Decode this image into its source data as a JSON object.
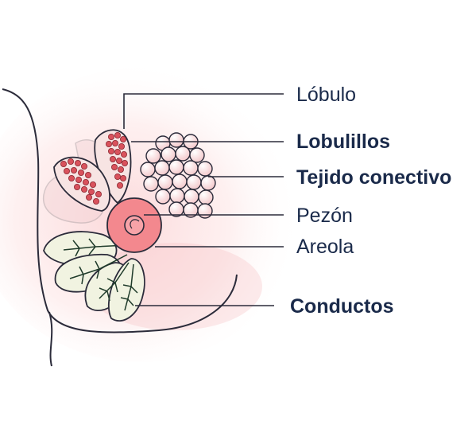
{
  "labels": {
    "lobulo": "Lóbulo",
    "lobulillos": "Lobulillos",
    "tejido_conectivo": "Tejido conectivo",
    "pezon": "Pezón",
    "areola": "Areola",
    "conductos": "Conductos"
  },
  "colors": {
    "label_text": "#1a2a4a",
    "outline": "#2b2b3a",
    "areola": "#f3888e",
    "lobule_dot": "#d9525c",
    "fat_cell": "#f8d6d8",
    "duct_fill": "#f1f3e1",
    "background_glow": "#fde8e8"
  }
}
